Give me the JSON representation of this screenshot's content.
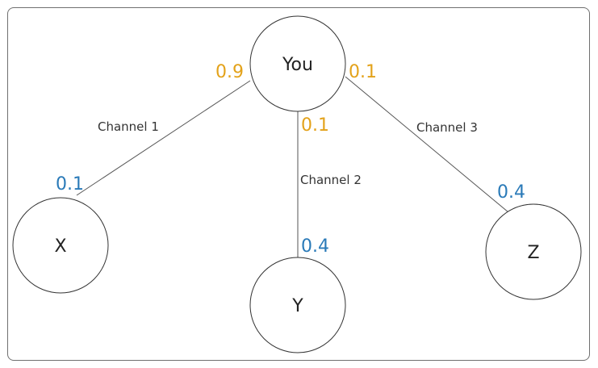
{
  "nodes": {
    "you": {
      "label": "You"
    },
    "x": {
      "label": "X"
    },
    "y": {
      "label": "Y"
    },
    "z": {
      "label": "Z"
    }
  },
  "edges": {
    "channel1": {
      "label": "Channel 1",
      "source_weight": "0.9",
      "target_weight": "0.1"
    },
    "channel2": {
      "label": "Channel 2",
      "source_weight": "0.1",
      "target_weight": "0.4"
    },
    "channel3": {
      "label": "Channel 3",
      "source_weight": "0.1",
      "target_weight": "0.4"
    }
  },
  "colors": {
    "source_weight": "#e3a21a",
    "target_weight": "#2a7ab8",
    "line": "#555555",
    "node_stroke": "#333333"
  }
}
